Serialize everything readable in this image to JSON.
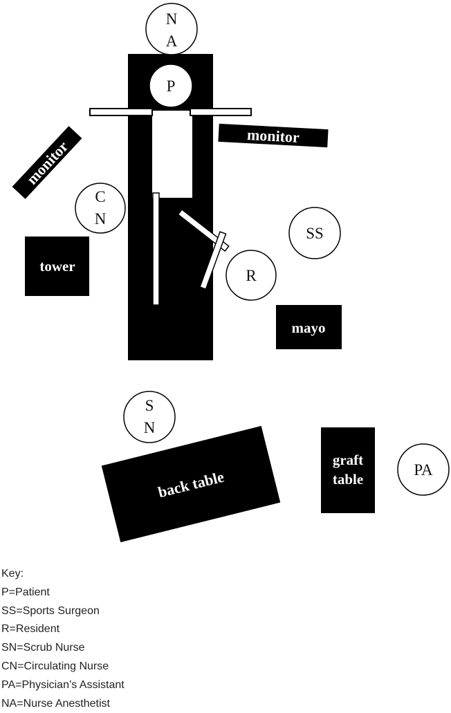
{
  "diagram": {
    "people": {
      "na": [
        "N",
        "A"
      ],
      "p": "P",
      "cn": [
        "C",
        "N"
      ],
      "ss": "SS",
      "r": "R",
      "sn": [
        "S",
        "N"
      ],
      "pa": "PA"
    },
    "equipment": {
      "monitor_left": "monitor",
      "monitor_right": "monitor",
      "tower": "tower",
      "mayo": "mayo",
      "back_table": "back table",
      "graft_table": [
        "graft",
        "table"
      ]
    }
  },
  "key": {
    "title": "Key:",
    "entries": [
      "P=Patient",
      "SS=Sports Surgeon",
      "R=Resident",
      "SN=Scrub Nurse",
      "CN=Circulating Nurse",
      "PA=Physician’s Assistant",
      "NA=Nurse Anesthetist"
    ]
  },
  "colors": {
    "ink": "#000000",
    "paper": "#ffffff"
  }
}
